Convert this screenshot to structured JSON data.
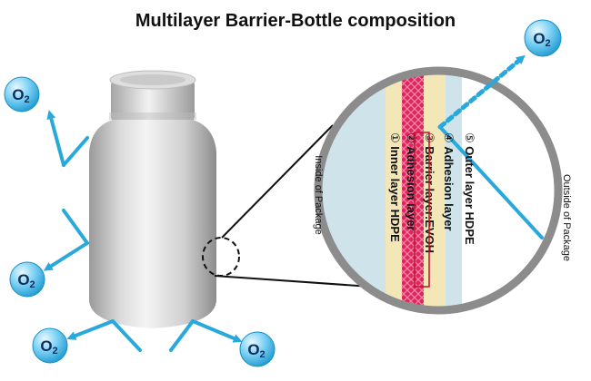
{
  "title": "Multilayer Barrier-Bottle composition",
  "oxygen_label": {
    "main": "O",
    "sub": "2"
  },
  "side_labels": {
    "inside": "Inside of Package",
    "outside": "Outside of Package"
  },
  "layers": [
    {
      "number": "①",
      "label": "Inner layer HDPE",
      "color": "#cfe3ea"
    },
    {
      "number": "②",
      "label": "Adhesion layer",
      "color": "#f3e7b8"
    },
    {
      "number": "③",
      "label": "Barrier layer:EVOH",
      "color": "#e0245e"
    },
    {
      "number": "④",
      "label": "Adhesion layer",
      "color": "#f3e7b8"
    },
    {
      "number": "⑤",
      "label": "Outer layer HDPE",
      "color": "#cfe3ea"
    }
  ],
  "colors": {
    "arrow": "#29a8dc",
    "bubble": "#3fb6ea",
    "ring": "#8c8c8c",
    "barrier": "#e0245e",
    "barrier_border": "#c8102e"
  },
  "icons": [
    "oxygen-molecule-icon",
    "arrow-icon"
  ]
}
